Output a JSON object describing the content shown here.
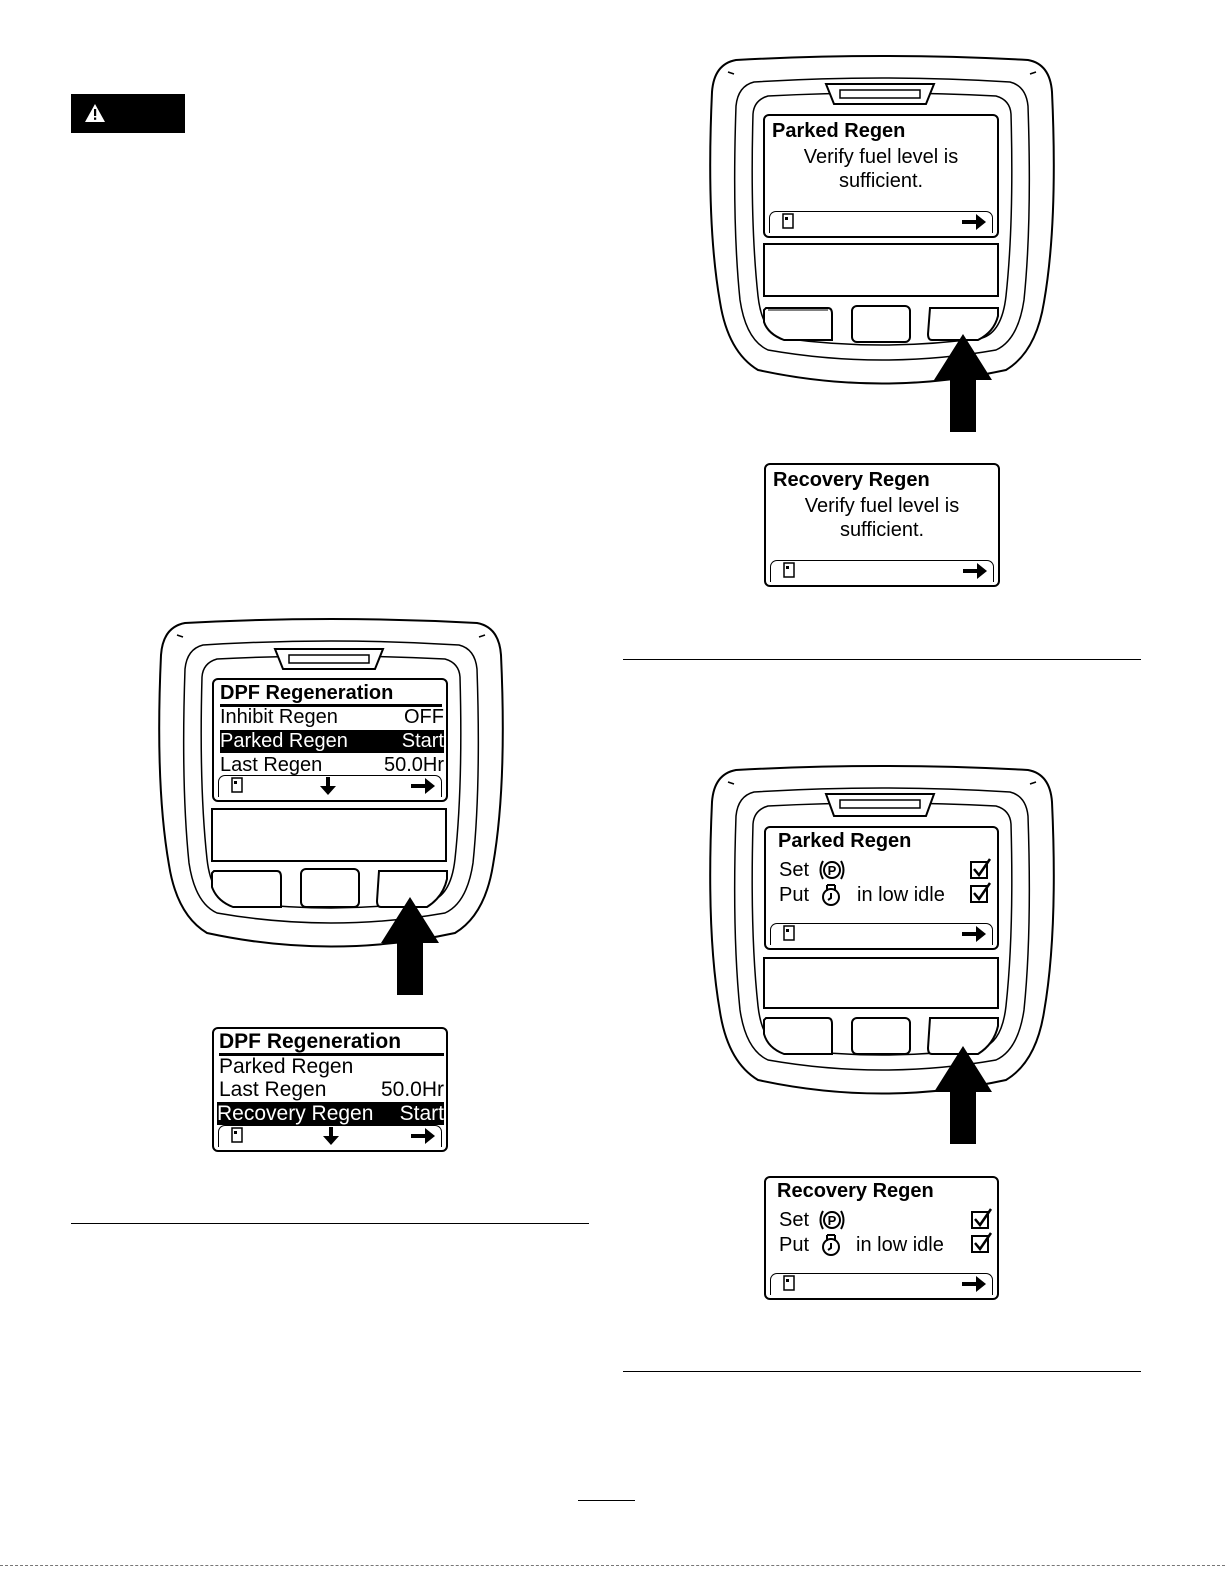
{
  "warning": {
    "icon": "warning-triangle-icon"
  },
  "screens": {
    "parked_verify": {
      "title": "Parked Regen",
      "line1": "Verify fuel level is",
      "line2": "sufficient."
    },
    "recovery_verify": {
      "title": "Recovery Regen",
      "line1": "Verify fuel level is",
      "line2": "sufficient."
    },
    "dpf_menu": {
      "title": "DPF Regeneration",
      "rows": [
        {
          "label": "Inhibit Regen",
          "value": "OFF"
        },
        {
          "label": "Parked Regen",
          "value": "Start"
        },
        {
          "label": "Last Regen",
          "value": "50.0Hr"
        }
      ]
    },
    "dpf_menu_recovery": {
      "title": "DPF Regeneration",
      "rows": [
        {
          "label": "Parked Regen",
          "value": ""
        },
        {
          "label": "Last Regen",
          "value": "50.0Hr"
        },
        {
          "label": "Recovery Regen",
          "value": "Start"
        }
      ]
    },
    "parked_checklist": {
      "title": "Parked Regen",
      "set": "Set",
      "put": "Put",
      "low_idle": "in low idle"
    },
    "recovery_checklist": {
      "title": "Recovery Regen",
      "set": "Set",
      "put": "Put",
      "low_idle": "in low idle"
    }
  }
}
